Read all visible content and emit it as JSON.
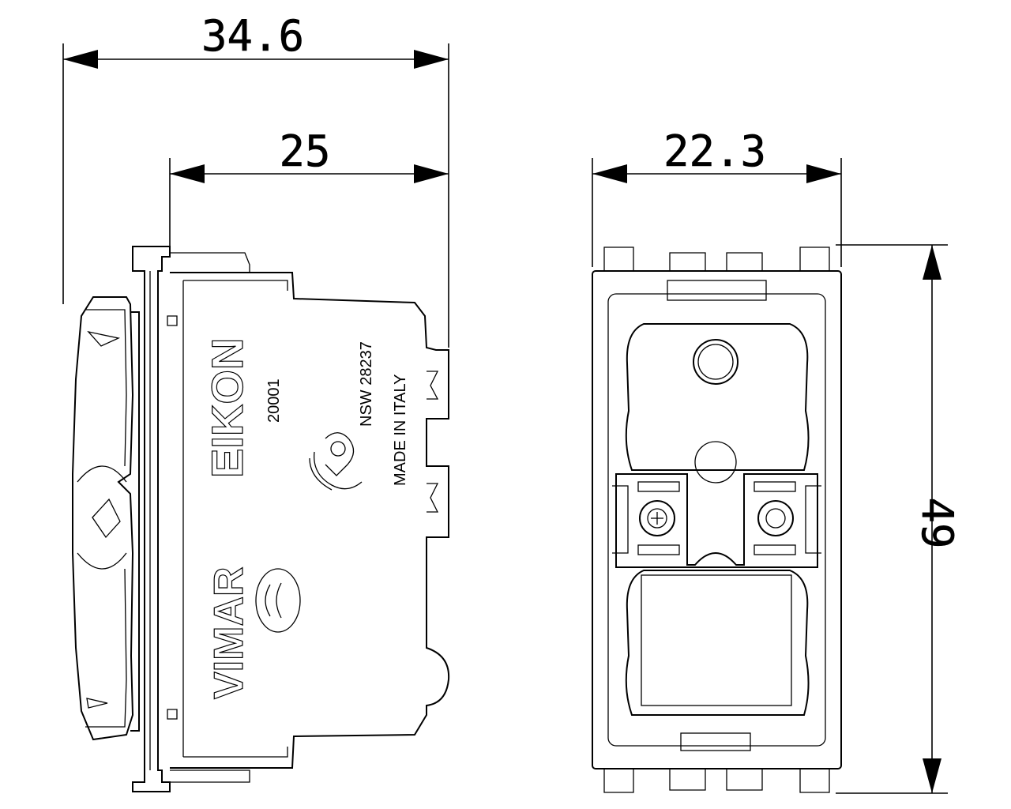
{
  "dimensions": {
    "overall_depth": "34.6",
    "body_depth": "25",
    "width": "22.3",
    "height": "49"
  },
  "markings": {
    "series": "EIKON",
    "code": "20001",
    "brand": "VIMAR",
    "approval": "NSW 28237",
    "origin": "MADE IN ITALY"
  }
}
